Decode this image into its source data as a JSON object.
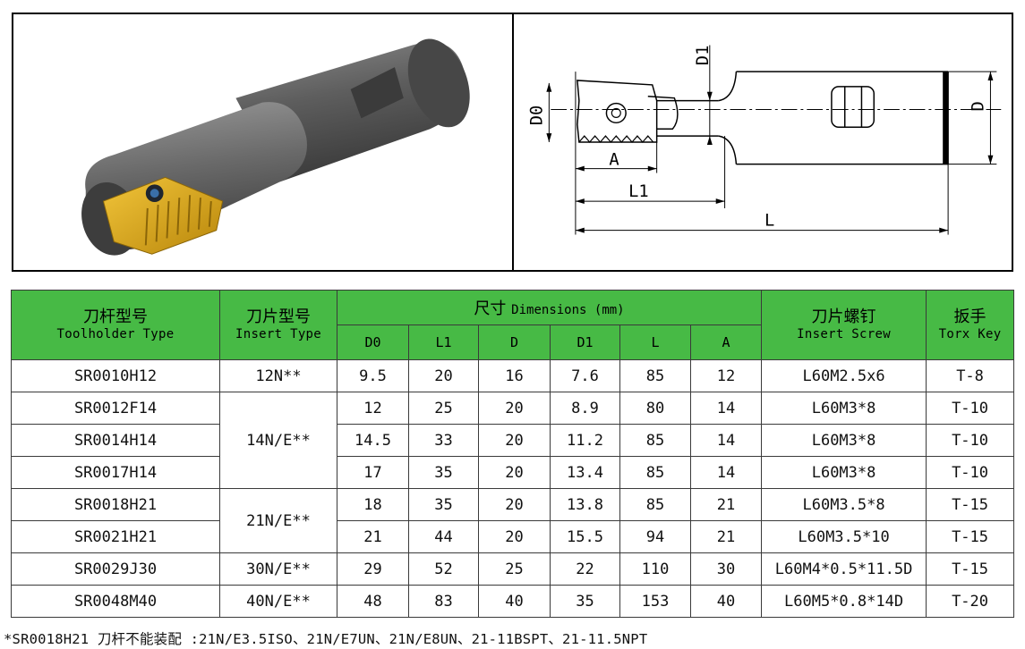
{
  "figure": {
    "render_alt": "thread milling tool holder with insert",
    "dimension_labels": {
      "d1": "D1",
      "d0": "D0",
      "d": "D",
      "a": "A",
      "l1": "L1",
      "l": "L"
    }
  },
  "table": {
    "headers": {
      "toolholder_cn": "刀杆型号",
      "toolholder_en": "Toolholder Type",
      "insert_cn": "刀片型号",
      "insert_en": "Insert Type",
      "dims_cn": "尺寸",
      "dims_en": "Dimensions (mm)",
      "screw_cn": "刀片螺钉",
      "screw_en": "Insert Screw",
      "key_cn": "扳手",
      "key_en": "Torx Key",
      "dim_columns": [
        "D0",
        "L1",
        "D",
        "D1",
        "L",
        "A"
      ]
    },
    "rows": [
      {
        "type": "SR0010H12",
        "insert": "12N**",
        "insert_rowspan": 1,
        "d0": "9.5",
        "l1": "20",
        "d": "16",
        "d1": "7.6",
        "l": "85",
        "a": "12",
        "screw": "L60M2.5x6",
        "key": "T-8"
      },
      {
        "type": "SR0012F14",
        "insert": "14N/E**",
        "insert_rowspan": 3,
        "d0": "12",
        "l1": "25",
        "d": "20",
        "d1": "8.9",
        "l": "80",
        "a": "14",
        "screw": "L60M3*8",
        "key": "T-10"
      },
      {
        "type": "SR0014H14",
        "insert": null,
        "insert_rowspan": 0,
        "d0": "14.5",
        "l1": "33",
        "d": "20",
        "d1": "11.2",
        "l": "85",
        "a": "14",
        "screw": "L60M3*8",
        "key": "T-10"
      },
      {
        "type": "SR0017H14",
        "insert": null,
        "insert_rowspan": 0,
        "d0": "17",
        "l1": "35",
        "d": "20",
        "d1": "13.4",
        "l": "85",
        "a": "14",
        "screw": "L60M3*8",
        "key": "T-10"
      },
      {
        "type": "SR0018H21",
        "insert": "21N/E**",
        "insert_rowspan": 2,
        "d0": "18",
        "l1": "35",
        "d": "20",
        "d1": "13.8",
        "l": "85",
        "a": "21",
        "screw": "L60M3.5*8",
        "key": "T-15"
      },
      {
        "type": "SR0021H21",
        "insert": null,
        "insert_rowspan": 0,
        "d0": "21",
        "l1": "44",
        "d": "20",
        "d1": "15.5",
        "l": "94",
        "a": "21",
        "screw": "L60M3.5*10",
        "key": "T-15"
      },
      {
        "type": "SR0029J30",
        "insert": "30N/E**",
        "insert_rowspan": 1,
        "d0": "29",
        "l1": "52",
        "d": "25",
        "d1": "22",
        "l": "110",
        "a": "30",
        "screw": "L60M4*0.5*11.5D",
        "key": "T-15"
      },
      {
        "type": "SR0048M40",
        "insert": "40N/E**",
        "insert_rowspan": 1,
        "d0": "48",
        "l1": "83",
        "d": "40",
        "d1": "35",
        "l": "153",
        "a": "40",
        "screw": "L60M5*0.8*14D",
        "key": "T-20"
      }
    ]
  },
  "footnote": "*SR0018H21 刀杆不能装配 :21N/E3.5ISO、21N/E7UN、21N/E8UN、21-11BSPT、21-11.5NPT",
  "colors": {
    "header_green": "#47ba45",
    "insert_gold": "#d4a312",
    "shank_gray": "#6b6b6b"
  }
}
